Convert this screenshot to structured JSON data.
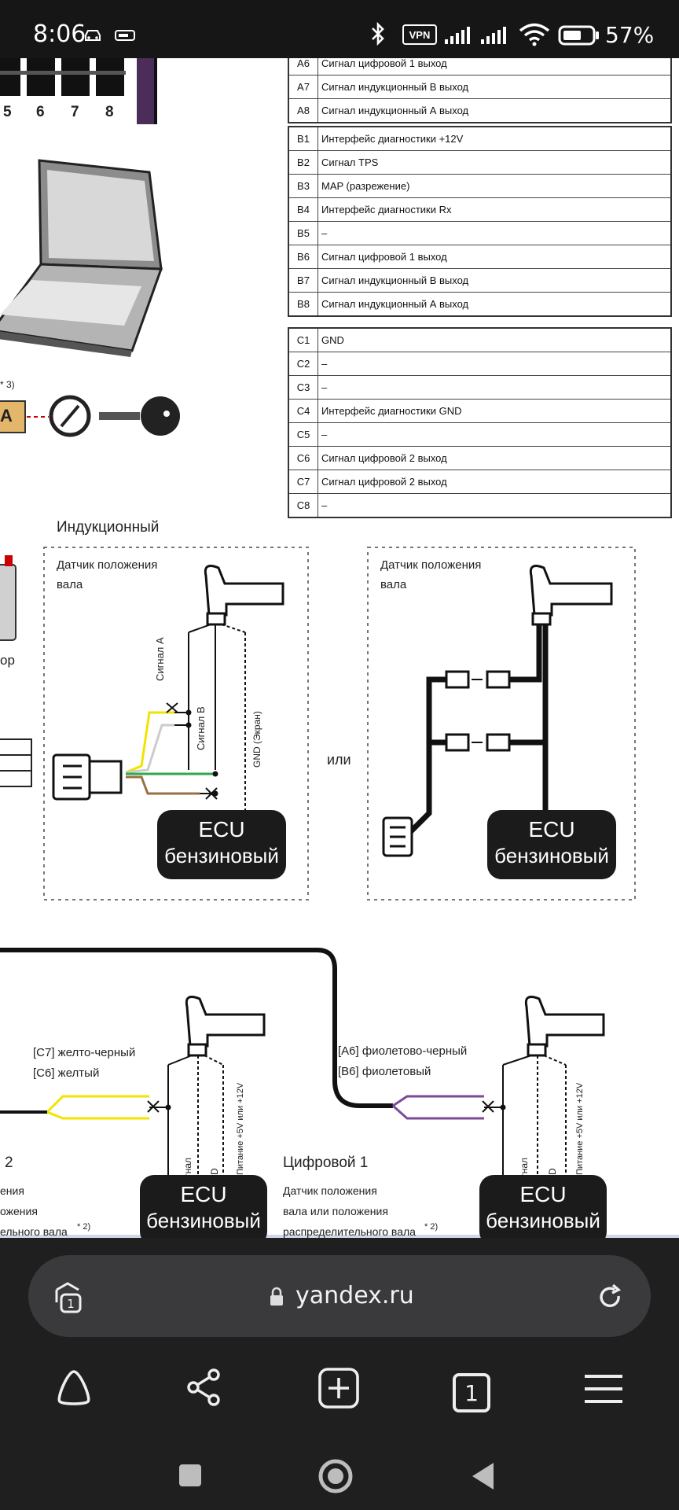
{
  "status_bar": {
    "time": "8:06",
    "vpn_label": "VPN",
    "battery_percent": "57%"
  },
  "diagram": {
    "top_connector_numbers": [
      "5",
      "6",
      "7",
      "8"
    ],
    "side_label_a": "A",
    "side_label_note": "*  3)",
    "table_a": [
      {
        "id": "A6",
        "desc": "Сигнал цифровой 1 выход"
      },
      {
        "id": "A7",
        "desc": "Сигнал индукционный В выход"
      },
      {
        "id": "A8",
        "desc": "Сигнал индукционный А выход"
      }
    ],
    "table_b": [
      {
        "id": "B1",
        "desc": "Интерфейс диагностики +12V"
      },
      {
        "id": "B2",
        "desc": "Сигнал TPS"
      },
      {
        "id": "B3",
        "desc": "MAP (разрежение)"
      },
      {
        "id": "B4",
        "desc": "Интерфейс диагностики Rx"
      },
      {
        "id": "B5",
        "desc": "–"
      },
      {
        "id": "B6",
        "desc": "Сигнал цифровой 1 выход"
      },
      {
        "id": "B7",
        "desc": "Сигнал индукционный В выход"
      },
      {
        "id": "B8",
        "desc": "Сигнал индукционный А выход"
      }
    ],
    "table_c": [
      {
        "id": "C1",
        "desc": "GND"
      },
      {
        "id": "C2",
        "desc": "–"
      },
      {
        "id": "C3",
        "desc": "–"
      },
      {
        "id": "C4",
        "desc": "Интерфейс диагностики GND"
      },
      {
        "id": "C5",
        "desc": "–"
      },
      {
        "id": "C6",
        "desc": "Сигнал цифровой 2 выход"
      },
      {
        "id": "C7",
        "desc": "Сигнал цифровой 2 выход"
      },
      {
        "id": "C8",
        "desc": "–"
      }
    ],
    "inductive_title": "Индукционный",
    "sensor_label_left": "Датчик положения вала",
    "sensor_label_right": "Датчик положения вала",
    "or_label": "или",
    "edge_label_top": "ор",
    "wire_signal_a": "Сигнал А",
    "wire_signal_b": "Сигнал В",
    "wire_gnd_screen": "GND (Экран)",
    "ecu_top_left": {
      "line1": "ECU",
      "line2": "бензиновый"
    },
    "ecu_top_right": {
      "line1": "ECU",
      "line2": "бензиновый"
    },
    "wire_c7": "[C7] желто-черный",
    "wire_c6": "[C6] желтый",
    "wire_a6": "[A6] фиолетово-черный",
    "wire_b6": "[B6] фиолетовый",
    "wire_signal": "Сигнал",
    "wire_gnd": "GND",
    "wire_power": "Питание +5V или +12V",
    "digital1_title": "Цифровой 1",
    "digital1_desc_1": "Датчик положения",
    "digital1_desc_2": "вала или положения",
    "digital1_desc_3": "распределительного вала",
    "digital1_note": "* 2)",
    "left_cut_title": "2",
    "left_cut_line1": "ения",
    "left_cut_line2": "ожения",
    "left_cut_line3": "ельного вала",
    "left_cut_note": "* 2)",
    "ecu_bottom_left": {
      "line1": "ECU",
      "line2": "бензиновый"
    },
    "ecu_bottom_right": {
      "line1": "ECU",
      "line2": "бензиновый"
    }
  },
  "browser": {
    "url": "yandex.ru",
    "tab_count": "1"
  },
  "colors": {
    "status_bar_bg": "#161616",
    "browser_bg": "#1f1f1f",
    "url_bar_bg": "#3a3a3d",
    "wire_yellow": "#f2e300",
    "wire_green": "#2fa84f",
    "wire_brown": "#9a7040",
    "wire_purple": "#7b4a96"
  }
}
